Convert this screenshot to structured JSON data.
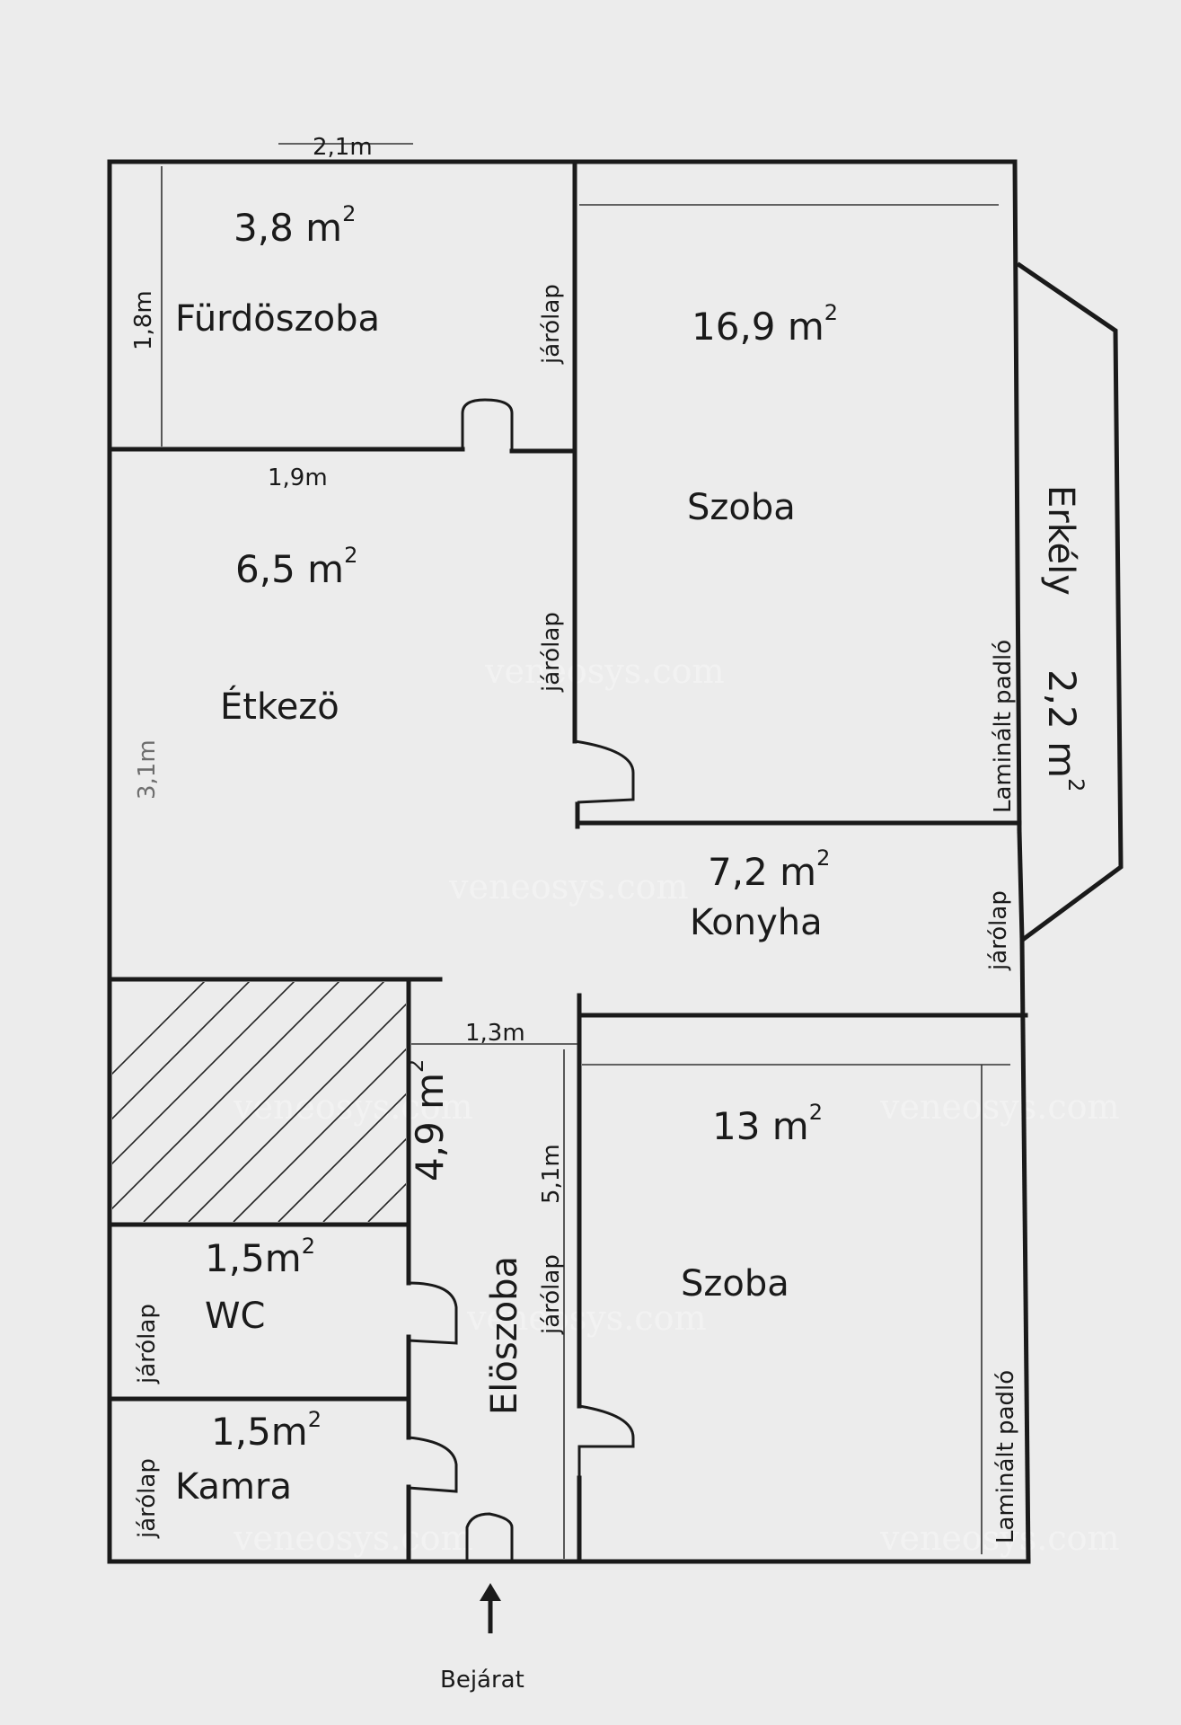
{
  "watermark": "veneosys.com",
  "rooms": {
    "bathroom": {
      "area": "3,8 m",
      "sup": "2",
      "name": "Fürdöszoba"
    },
    "dining": {
      "area": "6,5 m",
      "sup": "2",
      "name": "Étkezö"
    },
    "room1": {
      "area": "16,9 m",
      "sup": "2",
      "name": "Szoba"
    },
    "kitchen": {
      "area": "7,2 m",
      "sup": "2",
      "name": "Konyha"
    },
    "room2": {
      "area": "13 m",
      "sup": "2",
      "name": "Szoba"
    },
    "hall": {
      "area": "4,9 m",
      "sup": "2",
      "name": "Elöszoba"
    },
    "wc": {
      "area": "1,5m",
      "sup": "2",
      "name": "WC"
    },
    "pantry": {
      "area": "1,5m",
      "sup": "2",
      "name": "Kamra"
    },
    "balcony": {
      "area": "2,2 m",
      "sup": "2",
      "name": "Erkély"
    }
  },
  "floor_labels": {
    "tile": "járólap",
    "laminate": "Laminált padló"
  },
  "measurements": {
    "top_width": "2,1m",
    "bath_height": "1,8m",
    "dining_width": "1,9m",
    "dining_height": "3,1m",
    "hall_width": "1,3m",
    "hall_length": "5,1m"
  },
  "entrance": "Bejárat"
}
